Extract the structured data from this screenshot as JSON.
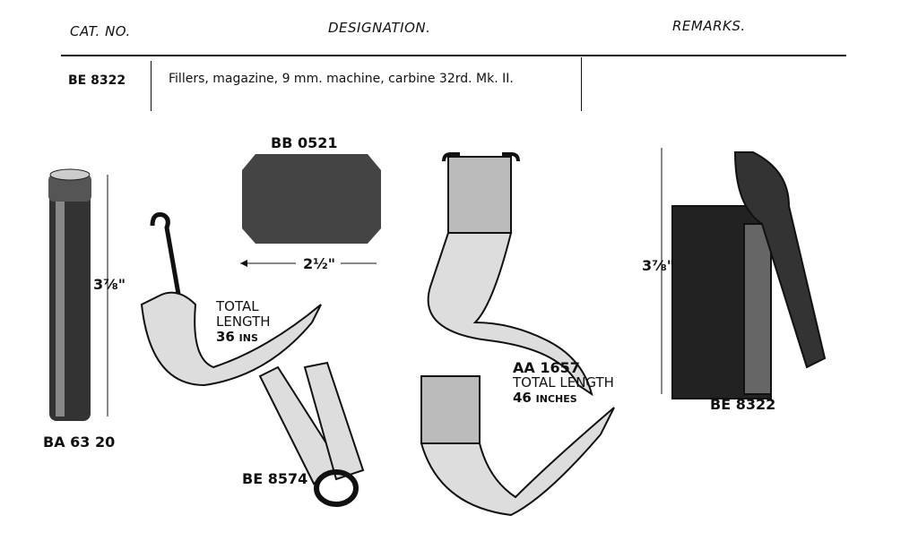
{
  "table": {
    "headers": {
      "cat_no": "CAT. NO.",
      "designation": "DESIGNATION.",
      "remarks": "REMARKS."
    },
    "rows": [
      {
        "cat_no": "BE 8322",
        "designation": "Fillers, magazine, 9 mm. machine, carbine 32rd. Mk. II.",
        "remarks": ""
      }
    ]
  },
  "figures": {
    "tube": {
      "code": "BA 63 20",
      "dimension": "3⅞\""
    },
    "pad": {
      "code": "BB 0521",
      "dimension": "2½\""
    },
    "hook_strap": {
      "line1": "TOTAL",
      "line2": "LENGTH",
      "line3_num": "36",
      "line3_unit": "INS"
    },
    "ring_strap": {
      "code": "BE 8574"
    },
    "long_strap": {
      "code": "AA 1657",
      "line2": "TOTAL LENGTH",
      "line3_num": "46",
      "line3_unit": "INCHES"
    },
    "filler": {
      "code": "BE 8322",
      "dimension": "3⅞\""
    }
  }
}
